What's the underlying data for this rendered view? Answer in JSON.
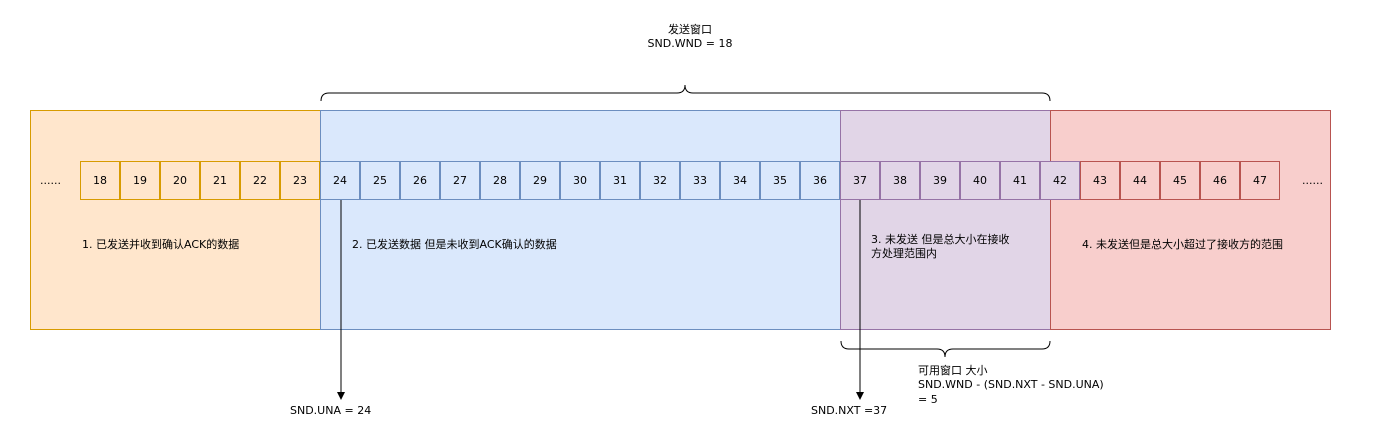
{
  "window_title": {
    "line1": "发送窗口",
    "line2": "SND.WND =  18"
  },
  "zones": [
    {
      "label": "1. 已发送并收到确认ACK的数据",
      "fill": "#ffe6cc",
      "stroke": "#d79b00"
    },
    {
      "label": "2. 已发送数据 但是未收到ACK确认的数据",
      "fill": "#dae8fc",
      "stroke": "#6c8ebf"
    },
    {
      "label_line1": "3. 未发送 但是总大小在接收",
      "label_line2": "方处理范围内",
      "fill": "#e1d5e7",
      "stroke": "#9673a6"
    },
    {
      "label": "4. 未发送但是总大小超过了接收方的范围",
      "fill": "#f8cecc",
      "stroke": "#b85450"
    }
  ],
  "ellipsis_left": "......",
  "ellipsis_right": "......",
  "cells": [
    "18",
    "19",
    "20",
    "21",
    "22",
    "23",
    "24",
    "25",
    "26",
    "27",
    "28",
    "29",
    "30",
    "31",
    "32",
    "33",
    "34",
    "35",
    "36",
    "37",
    "38",
    "39",
    "40",
    "41",
    "42",
    "43",
    "44",
    "45",
    "46",
    "47"
  ],
  "usable_window": {
    "line1": "可用窗口 大小",
    "line2": "SND.WND - (SND.NXT - SND.UNA)",
    "line3": "= 5"
  },
  "pointers": {
    "una": "SND.UNA = 24",
    "nxt": "SND.NXT =37"
  }
}
